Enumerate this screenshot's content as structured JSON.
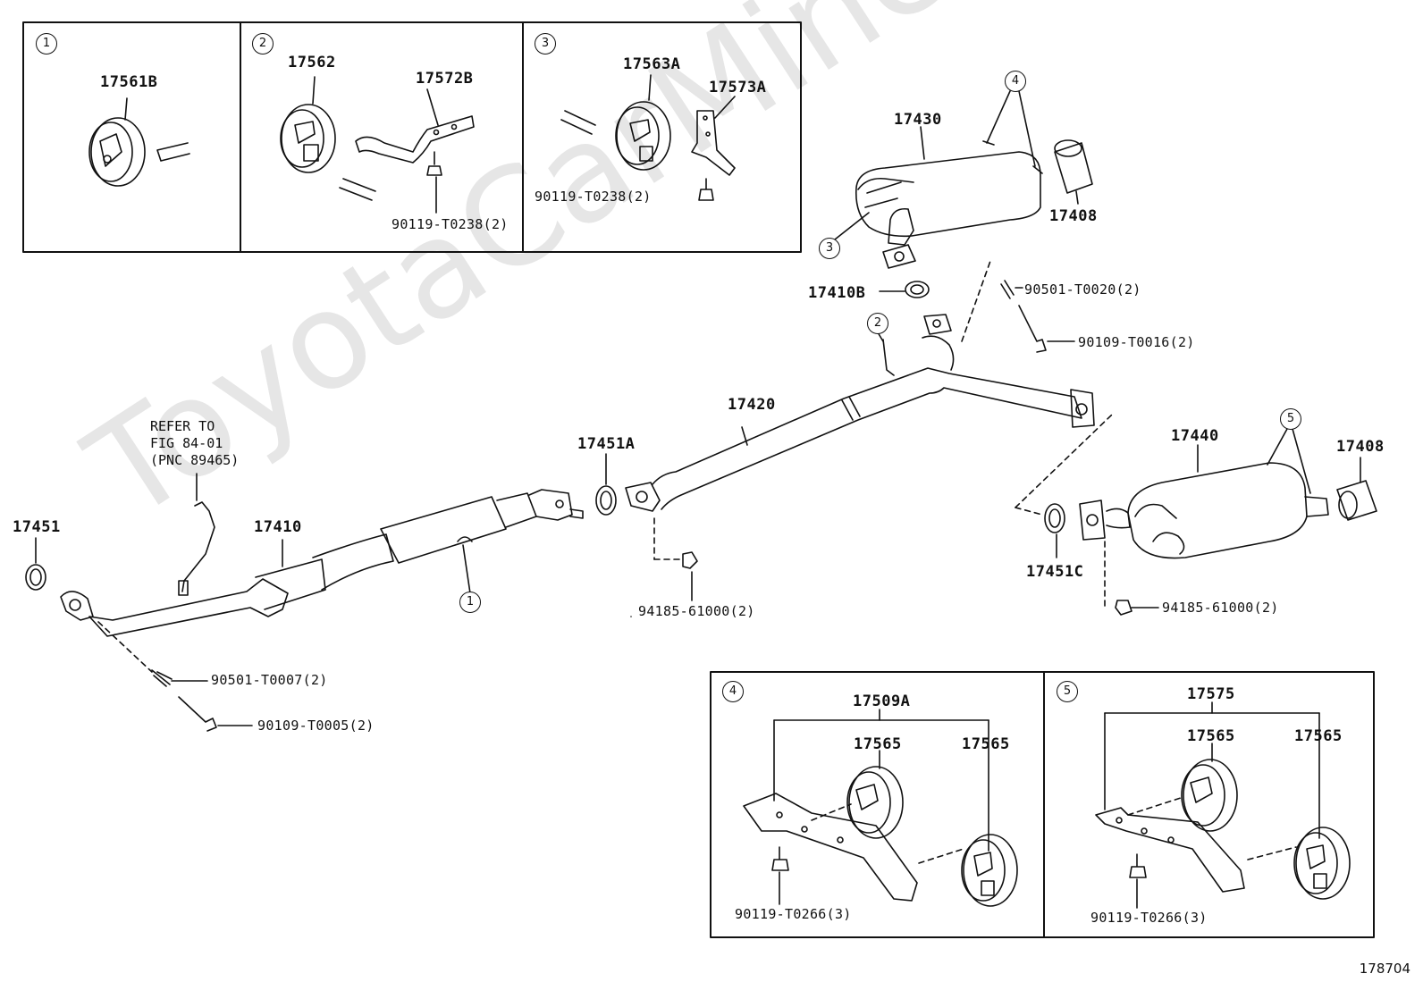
{
  "watermark": "ToyotaCarMine.ru",
  "figure_number": "178704",
  "inset_boxes": {
    "box1": {
      "num": "1",
      "part": "17561B"
    },
    "box2": {
      "num": "2",
      "part1": "17562",
      "part2": "17572B",
      "bolt": "90119-T0238(2)"
    },
    "box3": {
      "num": "3",
      "part1": "17563A",
      "part2": "17573A",
      "bolt": "90119-T0238(2)"
    },
    "box4": {
      "num": "4",
      "assembly": "17509A",
      "part1": "17565",
      "part2": "17565",
      "bolt": "90119-T0266(3)"
    },
    "box5": {
      "num": "5",
      "assembly": "17575",
      "part1": "17565",
      "part2": "17565",
      "bolt": "90119-T0266(3)"
    }
  },
  "refer_note": {
    "line1": "REFER TO",
    "line2": "FIG 84-01",
    "line3": "(PNC 89465)"
  },
  "parts": {
    "p17451": "17451",
    "p17410": "17410",
    "p17451A": "17451A",
    "p17420": "17420",
    "p17430": "17430",
    "p17408a": "17408",
    "p17408b": "17408",
    "p17410B": "17410B",
    "p17440": "17440",
    "p17451C": "17451C"
  },
  "fasteners": {
    "f1": "90501-T0007(2)",
    "f2": "90109-T0005(2)",
    "f3": "94185-61000(2)",
    "f4": "90501-T0020(2)",
    "f5": "90109-T0016(2)",
    "f6": "94185-61000(2)"
  },
  "callouts": {
    "c1": "1",
    "c2": "2",
    "c3": "3",
    "c4": "4",
    "c5": "5"
  }
}
